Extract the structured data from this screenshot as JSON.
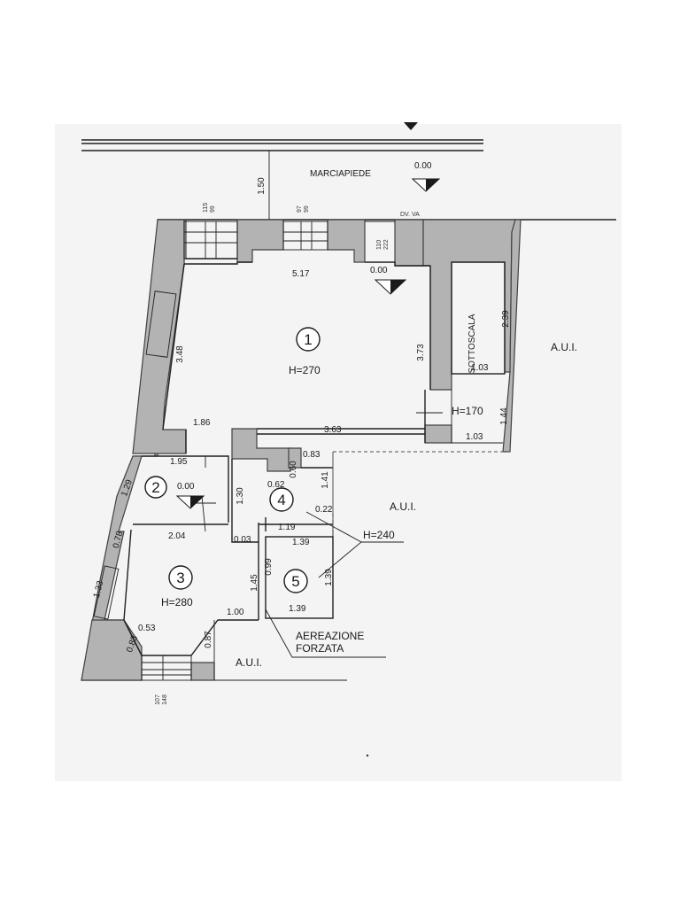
{
  "labels": {
    "marciapiede": "MARCIAPIEDE",
    "level_street": "0.00",
    "level_room1": "0.00",
    "level_room2": "0.00",
    "sottoscala": "SOTTOSCALA",
    "aui_right": "A.U.I.",
    "aui_mid": "A.U.I.",
    "aui_bottom": "A.U.I.",
    "aereazione": "AEREAZIONE",
    "forzata": "FORZATA",
    "h240": "H=240",
    "small_marker": "DV. VA"
  },
  "rooms": {
    "r1": {
      "num": "1",
      "height": "H=270"
    },
    "r2": {
      "num": "2"
    },
    "r3": {
      "num": "3",
      "height": "H=280"
    },
    "r4": {
      "num": "4"
    },
    "r5": {
      "num": "5"
    },
    "stair_height": "H=170"
  },
  "dims": {
    "d150": "1.50",
    "d115": "115",
    "d99a": "99",
    "d97": "97",
    "d99b": "99",
    "d110": "110",
    "d222": "222",
    "d517": "5.17",
    "d348": "3.48",
    "d373": "3.73",
    "d239": "2.39",
    "d103a": "1.03",
    "d144": "1.44",
    "d103b": "1.03",
    "d363": "3.63",
    "d186": "1.86",
    "d195": "1.95",
    "d083a": "0.83",
    "d062": "0.62",
    "d141": "1.41",
    "d130": "1.30",
    "d022": "0.22",
    "d129": "1.29",
    "d204": "2.04",
    "d003": "0.03",
    "d119": "1.19",
    "d139a": "1.39",
    "d078": "0.78",
    "d145": "1.45",
    "d099": "0.99",
    "d100": "1.00",
    "d139b": "1.39",
    "d139c": "1.39",
    "d133": "1.33",
    "d053": "0.53",
    "d083b": "0.83",
    "d087": "0.87",
    "d107": "107",
    "d148": "148",
    "d060": "0.60"
  }
}
